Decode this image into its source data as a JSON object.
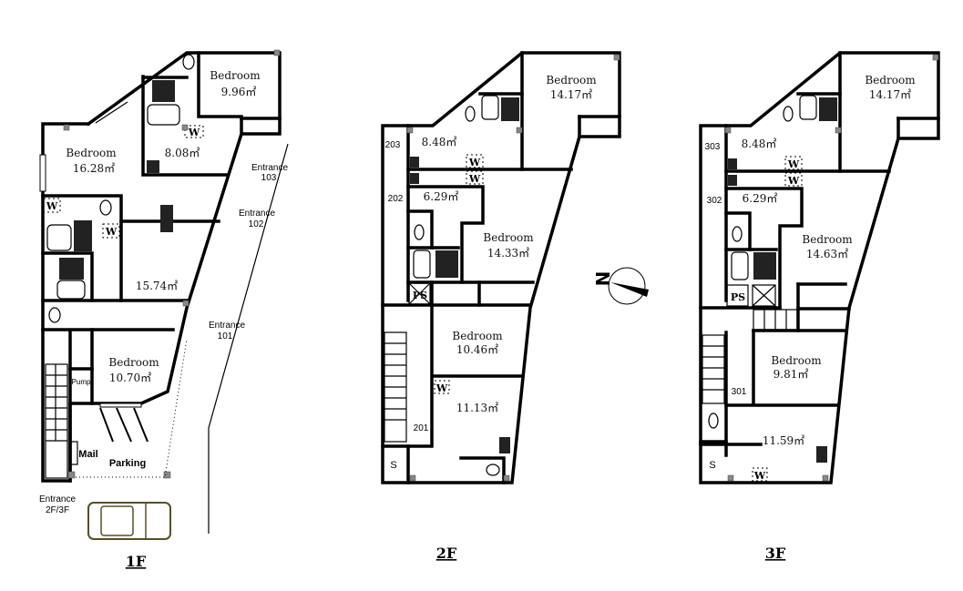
{
  "floors": [
    {
      "label": "1F",
      "rooms": [
        {
          "name": "Bedroom",
          "area": "9.96㎡"
        },
        {
          "name": "",
          "area": "8.08㎡"
        },
        {
          "name": "Bedroom",
          "area": "16.28㎡"
        },
        {
          "name": "",
          "area": "15.74㎡"
        },
        {
          "name": "Bedroom",
          "area": "10.70㎡"
        }
      ],
      "entrances": [
        {
          "line1": "Entrance",
          "line2": "103"
        },
        {
          "line1": "Entrance",
          "line2": "102"
        },
        {
          "line1": "Entrance",
          "line2": "101"
        },
        {
          "line1": "Entrance",
          "line2": "2F/3F"
        }
      ],
      "labels": {
        "pump": "Pump",
        "mail": "Mail",
        "parking": "Parking",
        "closet": "W"
      }
    },
    {
      "label": "2F",
      "rooms": [
        {
          "name": "Bedroom",
          "area": "14.17㎡"
        },
        {
          "name": "",
          "area": "8.48㎡"
        },
        {
          "name": "",
          "area": "6.29㎡"
        },
        {
          "name": "Bedroom",
          "area": "14.33㎡"
        },
        {
          "name": "Bedroom",
          "area": "10.46㎡"
        },
        {
          "name": "",
          "area": "11.13㎡"
        }
      ],
      "units": [
        "203",
        "202",
        "201"
      ],
      "labels": {
        "ps": "PS",
        "storage": "S",
        "closet": "W"
      }
    },
    {
      "label": "3F",
      "rooms": [
        {
          "name": "Bedroom",
          "area": "14.17㎡"
        },
        {
          "name": "",
          "area": "8.48㎡"
        },
        {
          "name": "",
          "area": "6.29㎡"
        },
        {
          "name": "Bedroom",
          "area": "14.63㎡"
        },
        {
          "name": "Bedroom",
          "area": "9.81㎡"
        },
        {
          "name": "",
          "area": "11.59㎡"
        }
      ],
      "units": [
        "303",
        "302",
        "301"
      ],
      "labels": {
        "ps": "PS",
        "storage": "S",
        "closet": "W"
      }
    }
  ],
  "compass": {
    "north_label": "N"
  }
}
